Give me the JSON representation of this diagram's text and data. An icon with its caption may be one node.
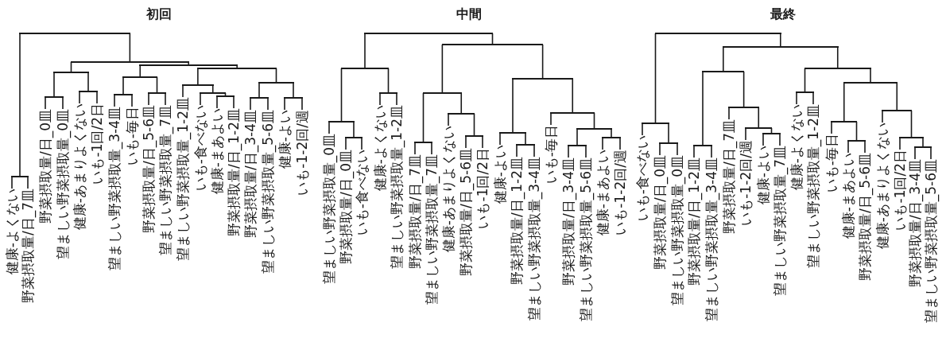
{
  "diagram": {
    "nodes": [
      {
        "text": [
          "健康-よくない"
        ]
      },
      {
        "text": [
          "野菜摂取量/日_7皿"
        ]
      },
      {
        "text": [
          "野菜摂取量/日_0皿"
        ]
      },
      {
        "text": [
          "望ましい野菜摂取量_0皿"
        ]
      },
      {
        "text": [
          "健康-あまりよくない"
        ]
      },
      {
        "text": [
          "いも-1回/2日"
        ]
      },
      {
        "text": [
          "望ましい野菜摂取量_3-4皿"
        ]
      },
      {
        "text": [
          "いも-毎日"
        ]
      },
      {
        "text": [
          "野菜摂取量/日_5-6皿"
        ]
      },
      {
        "text": [
          "望ましい野菜摂取量_7皿"
        ]
      },
      {
        "text": [
          "望ましい野菜摂取量_1-2皿"
        ]
      },
      {
        "text": [
          "いも-食べない"
        ]
      },
      {
        "text": [
          "健康-まあよい"
        ]
      },
      {
        "text": [
          "野菜摂取量/日_1-2皿"
        ]
      },
      {
        "text": [
          "野菜摂取量/日_3-4皿"
        ]
      },
      {
        "text": [
          "望ましい野菜摂取量_5-6皿"
        ]
      },
      {
        "text": [
          "健康-よい"
        ]
      },
      {
        "text": [
          "いも-1-2回/週"
        ]
      },
      {
        "text": [],
        "shape": "bar"
      },
      {
        "text": [],
        "shape": "bar"
      },
      {
        "text": [],
        "shape": "bar"
      },
      {
        "text": [],
        "shape": "bar"
      },
      {
        "text": [],
        "shape": "bar"
      },
      {
        "text": [],
        "shape": "bar"
      },
      {
        "text": [],
        "shape": "bar"
      },
      {
        "text": [],
        "shape": "bar"
      },
      {
        "text": [],
        "shape": "bar"
      },
      {
        "text": [],
        "shape": "bar"
      },
      {
        "text": [],
        "shape": "bar"
      },
      {
        "text": [],
        "shape": "bar"
      },
      {
        "text": [],
        "shape": "bar"
      },
      {
        "text": [],
        "shape": "bar"
      },
      {
        "text": [],
        "shape": "bar"
      },
      {
        "text": [],
        "shape": "bar"
      },
      {
        "text": [],
        "shape": "bar"
      },
      {
        "text": [
          "望ましい野菜摂取量_0皿"
        ]
      },
      {
        "text": [
          "野菜摂取量/日_0皿"
        ]
      },
      {
        "text": [
          "いも-食べない"
        ]
      },
      {
        "text": [
          "健康-よくない"
        ]
      },
      {
        "text": [
          "望ましい野菜摂取量_1-2皿"
        ]
      },
      {
        "text": [
          "野菜摂取量/日_7皿"
        ]
      },
      {
        "text": [
          "望ましい野菜摂取量_7皿"
        ]
      },
      {
        "text": [
          "健康-あまりよくない"
        ]
      },
      {
        "text": [
          "野菜摂取量/日_5-6皿"
        ]
      },
      {
        "text": [
          "いも-1回/2日"
        ]
      },
      {
        "text": [
          "健康-よい"
        ]
      },
      {
        "text": [
          "野菜摂取量/日_1-2皿"
        ]
      },
      {
        "text": [
          "望ましい野菜摂取量_3-4皿"
        ]
      },
      {
        "text": [
          "いも-毎日"
        ]
      },
      {
        "text": [
          "野菜摂取量/日_3-4皿"
        ]
      },
      {
        "text": [
          "望ましい野菜摂取量_5-6皿"
        ]
      },
      {
        "text": [
          "健康-まあよい"
        ]
      },
      {
        "text": [
          "いも-1-2回/週"
        ]
      },
      {
        "text": [],
        "shape": "bar"
      },
      {
        "text": [],
        "shape": "bar"
      },
      {
        "text": [],
        "shape": "bar"
      },
      {
        "text": [],
        "shape": "bar"
      },
      {
        "text": [],
        "shape": "bar"
      },
      {
        "text": [],
        "shape": "bar"
      },
      {
        "text": [],
        "shape": "bar"
      },
      {
        "text": [],
        "shape": "bar"
      },
      {
        "text": [],
        "shape": "bar"
      },
      {
        "text": [],
        "shape": "bar"
      },
      {
        "text": [],
        "shape": "bar"
      },
      {
        "text": [],
        "shape": "bar"
      },
      {
        "text": [],
        "shape": "bar"
      },
      {
        "text": [],
        "shape": "bar"
      },
      {
        "text": [],
        "shape": "bar"
      },
      {
        "text": [],
        "shape": "bar"
      },
      {
        "text": [],
        "shape": "bar"
      },
      {
        "text": [
          "いも-食べない"
        ]
      },
      {
        "text": [
          "野菜摂取量/日_0皿"
        ]
      },
      {
        "text": [
          "望ましい野菜摂取量_0皿"
        ]
      },
      {
        "text": [
          "野菜摂取量/日_1-2皿"
        ]
      },
      {
        "text": [
          "望ましい野菜摂取量_3-4皿"
        ]
      },
      {
        "text": [
          "野菜摂取量/日_7皿"
        ]
      },
      {
        "text": [
          "いも-1-2回/週"
        ]
      },
      {
        "text": [
          "健康-よい"
        ]
      },
      {
        "text": [
          "望ましい野菜摂取量_7皿"
        ]
      },
      {
        "text": [
          "健康-よくない"
        ]
      },
      {
        "text": [
          "望ましい野菜摂取量_1-2皿"
        ]
      },
      {
        "text": [
          "いも-毎日"
        ]
      },
      {
        "text": [
          "健康-まあよい"
        ]
      },
      {
        "text": [
          "野菜摂取量/日_5-6皿"
        ]
      },
      {
        "text": [
          "健康-あまりよくない"
        ]
      },
      {
        "text": [
          "いも-1回/2日"
        ]
      },
      {
        "text": [
          "野菜摂取量/日_3-4皿"
        ]
      },
      {
        "text": [
          "望ましい野菜摂取量_5-6皿"
        ]
      },
      {
        "text": [],
        "shape": "bar"
      },
      {
        "text": [],
        "shape": "bar"
      },
      {
        "text": [],
        "shape": "bar"
      },
      {
        "text": [],
        "shape": "bar"
      },
      {
        "text": [],
        "shape": "bar"
      },
      {
        "text": [],
        "shape": "bar"
      },
      {
        "text": [],
        "shape": "bar"
      },
      {
        "text": [],
        "shape": "bar"
      },
      {
        "text": [],
        "shape": "bar"
      },
      {
        "text": [],
        "shape": "bar"
      },
      {
        "text": [],
        "shape": "bar"
      },
      {
        "text": [],
        "shape": "bar"
      },
      {
        "text": [],
        "shape": "bar"
      },
      {
        "text": [],
        "shape": "bar"
      },
      {
        "text": [],
        "shape": "bar"
      },
      {
        "text": [],
        "shape": "bar"
      },
      {
        "text": [],
        "shape": "bar"
      }
    ],
    "edges": [
      {
        "from": 18,
        "to": 19,
        "arrow": "none"
      },
      {
        "from": 18,
        "to": 20,
        "arrow": "none"
      },
      {
        "from": 19,
        "to": 0,
        "arrow": "none"
      },
      {
        "from": 19,
        "to": 1,
        "arrow": "none"
      },
      {
        "from": 20,
        "to": 21,
        "arrow": "none"
      },
      {
        "from": 20,
        "to": 24,
        "arrow": "none"
      },
      {
        "from": 21,
        "to": 22,
        "arrow": "none"
      },
      {
        "from": 21,
        "to": 23,
        "arrow": "none"
      },
      {
        "from": 22,
        "to": 2,
        "arrow": "none"
      },
      {
        "from": 22,
        "to": 3,
        "arrow": "none"
      },
      {
        "from": 23,
        "to": 4,
        "arrow": "none"
      },
      {
        "from": 23,
        "to": 5,
        "arrow": "none"
      },
      {
        "from": 24,
        "to": 25,
        "arrow": "none"
      },
      {
        "from": 24,
        "to": 28,
        "arrow": "none"
      },
      {
        "from": 25,
        "to": 26,
        "arrow": "none"
      },
      {
        "from": 25,
        "to": 27,
        "arrow": "none"
      },
      {
        "from": 26,
        "to": 6,
        "arrow": "none"
      },
      {
        "from": 26,
        "to": 7,
        "arrow": "none"
      },
      {
        "from": 27,
        "to": 8,
        "arrow": "none"
      },
      {
        "from": 27,
        "to": 9,
        "arrow": "none"
      },
      {
        "from": 28,
        "to": 29,
        "arrow": "none"
      },
      {
        "from": 28,
        "to": 32,
        "arrow": "none"
      },
      {
        "from": 29,
        "to": 10,
        "arrow": "none"
      },
      {
        "from": 29,
        "to": 30,
        "arrow": "none"
      },
      {
        "from": 30,
        "to": 11,
        "arrow": "none"
      },
      {
        "from": 30,
        "to": 31,
        "arrow": "none"
      },
      {
        "from": 31,
        "to": 12,
        "arrow": "none"
      },
      {
        "from": 31,
        "to": 13,
        "arrow": "none"
      },
      {
        "from": 32,
        "to": 33,
        "arrow": "none"
      },
      {
        "from": 32,
        "to": 34,
        "arrow": "none"
      },
      {
        "from": 33,
        "to": 14,
        "arrow": "none"
      },
      {
        "from": 33,
        "to": 15,
        "arrow": "none"
      },
      {
        "from": 34,
        "to": 16,
        "arrow": "none"
      },
      {
        "from": 34,
        "to": 17,
        "arrow": "none"
      },
      {
        "from": 53,
        "to": 54,
        "arrow": "none"
      },
      {
        "from": 53,
        "to": 58,
        "arrow": "none"
      },
      {
        "from": 54,
        "to": 55,
        "arrow": "none"
      },
      {
        "from": 54,
        "to": 57,
        "arrow": "none"
      },
      {
        "from": 55,
        "to": 35,
        "arrow": "none"
      },
      {
        "from": 55,
        "to": 56,
        "arrow": "none"
      },
      {
        "from": 56,
        "to": 36,
        "arrow": "none"
      },
      {
        "from": 56,
        "to": 37,
        "arrow": "none"
      },
      {
        "from": 57,
        "to": 38,
        "arrow": "none"
      },
      {
        "from": 57,
        "to": 39,
        "arrow": "none"
      },
      {
        "from": 58,
        "to": 59,
        "arrow": "none"
      },
      {
        "from": 58,
        "to": 63,
        "arrow": "none"
      },
      {
        "from": 59,
        "to": 60,
        "arrow": "none"
      },
      {
        "from": 59,
        "to": 61,
        "arrow": "none"
      },
      {
        "from": 60,
        "to": 40,
        "arrow": "none"
      },
      {
        "from": 60,
        "to": 41,
        "arrow": "none"
      },
      {
        "from": 61,
        "to": 42,
        "arrow": "none"
      },
      {
        "from": 61,
        "to": 62,
        "arrow": "none"
      },
      {
        "from": 62,
        "to": 43,
        "arrow": "none"
      },
      {
        "from": 62,
        "to": 44,
        "arrow": "none"
      },
      {
        "from": 63,
        "to": 64,
        "arrow": "none"
      },
      {
        "from": 63,
        "to": 66,
        "arrow": "none"
      },
      {
        "from": 64,
        "to": 45,
        "arrow": "none"
      },
      {
        "from": 64,
        "to": 65,
        "arrow": "none"
      },
      {
        "from": 65,
        "to": 46,
        "arrow": "none"
      },
      {
        "from": 65,
        "to": 47,
        "arrow": "none"
      },
      {
        "from": 66,
        "to": 48,
        "arrow": "none"
      },
      {
        "from": 66,
        "to": 67,
        "arrow": "none"
      },
      {
        "from": 67,
        "to": 68,
        "arrow": "none"
      },
      {
        "from": 67,
        "to": 69,
        "arrow": "none"
      },
      {
        "from": 68,
        "to": 49,
        "arrow": "none"
      },
      {
        "from": 68,
        "to": 50,
        "arrow": "none"
      },
      {
        "from": 69,
        "to": 51,
        "arrow": "none"
      },
      {
        "from": 69,
        "to": 52,
        "arrow": "none"
      },
      {
        "from": 88,
        "to": 89,
        "arrow": "none"
      },
      {
        "from": 88,
        "to": 91,
        "arrow": "none"
      },
      {
        "from": 89,
        "to": 70,
        "arrow": "none"
      },
      {
        "from": 89,
        "to": 90,
        "arrow": "none"
      },
      {
        "from": 90,
        "to": 71,
        "arrow": "none"
      },
      {
        "from": 90,
        "to": 72,
        "arrow": "none"
      },
      {
        "from": 91,
        "to": 92,
        "arrow": "none"
      },
      {
        "from": 91,
        "to": 97,
        "arrow": "none"
      },
      {
        "from": 92,
        "to": 93,
        "arrow": "none"
      },
      {
        "from": 92,
        "to": 94,
        "arrow": "none"
      },
      {
        "from": 93,
        "to": 73,
        "arrow": "none"
      },
      {
        "from": 93,
        "to": 74,
        "arrow": "none"
      },
      {
        "from": 94,
        "to": 75,
        "arrow": "none"
      },
      {
        "from": 94,
        "to": 95,
        "arrow": "none"
      },
      {
        "from": 95,
        "to": 76,
        "arrow": "none"
      },
      {
        "from": 95,
        "to": 96,
        "arrow": "none"
      },
      {
        "from": 96,
        "to": 77,
        "arrow": "none"
      },
      {
        "from": 96,
        "to": 78,
        "arrow": "none"
      },
      {
        "from": 97,
        "to": 98,
        "arrow": "none"
      },
      {
        "from": 97,
        "to": 99,
        "arrow": "none"
      },
      {
        "from": 98,
        "to": 79,
        "arrow": "none"
      },
      {
        "from": 98,
        "to": 80,
        "arrow": "none"
      },
      {
        "from": 99,
        "to": 100,
        "arrow": "none"
      },
      {
        "from": 99,
        "to": 102,
        "arrow": "none"
      },
      {
        "from": 100,
        "to": 81,
        "arrow": "none"
      },
      {
        "from": 100,
        "to": 101,
        "arrow": "none"
      },
      {
        "from": 101,
        "to": 82,
        "arrow": "none"
      },
      {
        "from": 101,
        "to": 83,
        "arrow": "none"
      },
      {
        "from": 102,
        "to": 84,
        "arrow": "none"
      },
      {
        "from": 102,
        "to": 103,
        "arrow": "none"
      },
      {
        "from": 103,
        "to": 85,
        "arrow": "none"
      },
      {
        "from": 103,
        "to": 104,
        "arrow": "none"
      },
      {
        "from": 104,
        "to": 86,
        "arrow": "none"
      },
      {
        "from": 104,
        "to": 87,
        "arrow": "none"
      }
    ],
    "labels": [
      "初回",
      "中間",
      "最終"
    ]
  }
}
